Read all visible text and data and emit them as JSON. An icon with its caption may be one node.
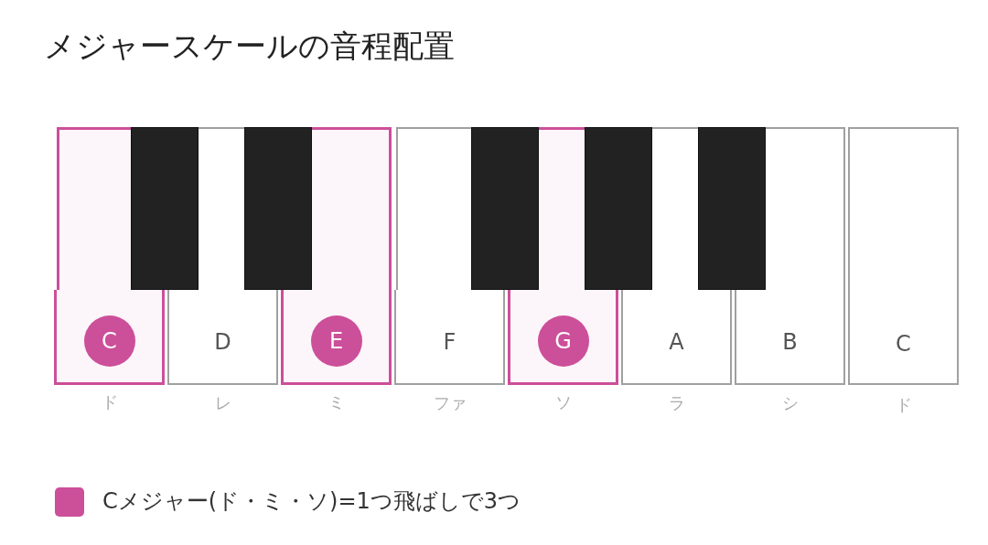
{
  "diagram": {
    "title": "メジャースケールの音程配置",
    "nodes": [
      {
        "text": [
          "C"
        ],
        "beside": [
          "ド"
        ]
      },
      {
        "text": [
          "D"
        ],
        "beside": [
          "レ"
        ]
      },
      {
        "text": [
          "E"
        ],
        "beside": [
          "ミ"
        ]
      },
      {
        "text": [
          "F"
        ],
        "beside": [
          "ファ"
        ]
      },
      {
        "text": [
          "G"
        ],
        "beside": [
          "ソ"
        ]
      },
      {
        "text": [
          "A"
        ],
        "beside": [
          "ラ"
        ]
      },
      {
        "text": [
          "B"
        ],
        "beside": [
          "シ"
        ]
      },
      {
        "text": [
          "C"
        ],
        "beside": [
          "ド"
        ]
      },
      {
        "text": [],
        "shape": "box"
      },
      {
        "text": [],
        "shape": "box"
      },
      {
        "text": [],
        "shape": "box"
      },
      {
        "text": [],
        "shape": "box"
      },
      {
        "text": [],
        "shape": "box"
      }
    ],
    "legend": [
      {
        "text": "Cメジャー(ド・ミ・ソ)=1つ飛ばしで3つ",
        "color": "#cc4f9a"
      }
    ]
  }
}
